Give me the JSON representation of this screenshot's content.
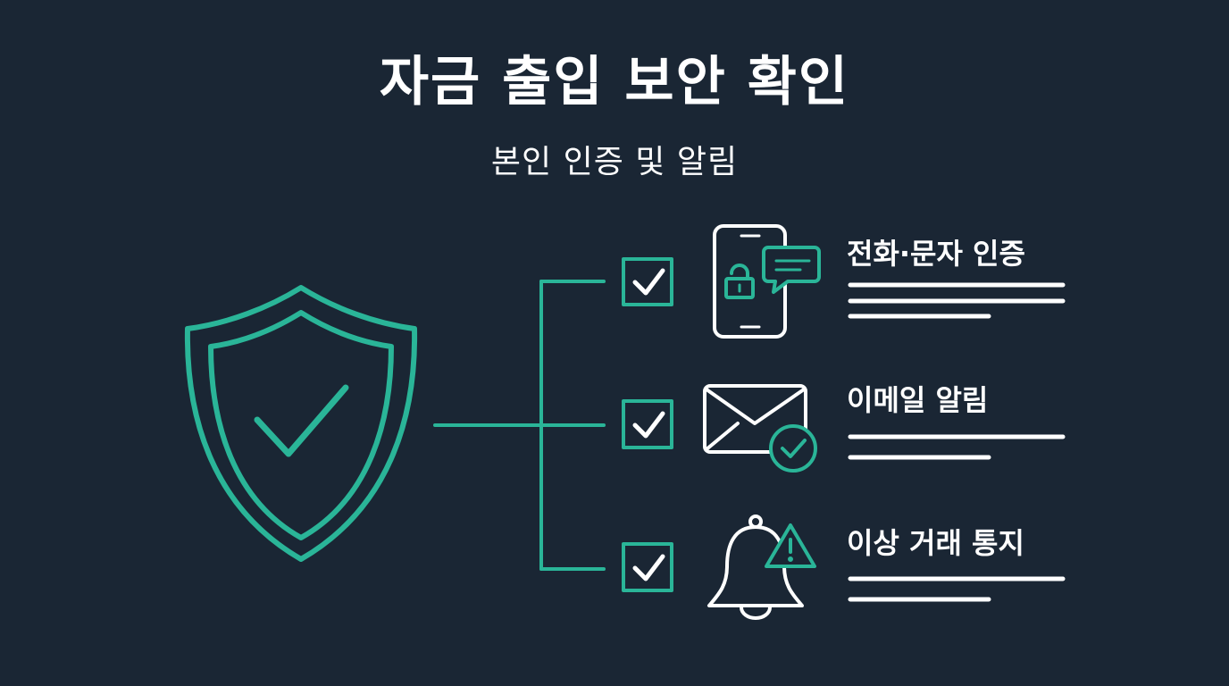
{
  "title": "자금 출입 보안 확인",
  "subtitle": "본인 인증 및 알림",
  "colors": {
    "background": "#1a2634",
    "accent": "#2ab598",
    "text": "#ffffff"
  },
  "items": [
    {
      "label": "전화·문자 인증",
      "icon": "phone-lock-chat-icon",
      "checked": true
    },
    {
      "label": "이메일 알림",
      "icon": "envelope-check-icon",
      "checked": true
    },
    {
      "label": "이상 거래 통지",
      "icon": "bell-warning-icon",
      "checked": true
    }
  ]
}
